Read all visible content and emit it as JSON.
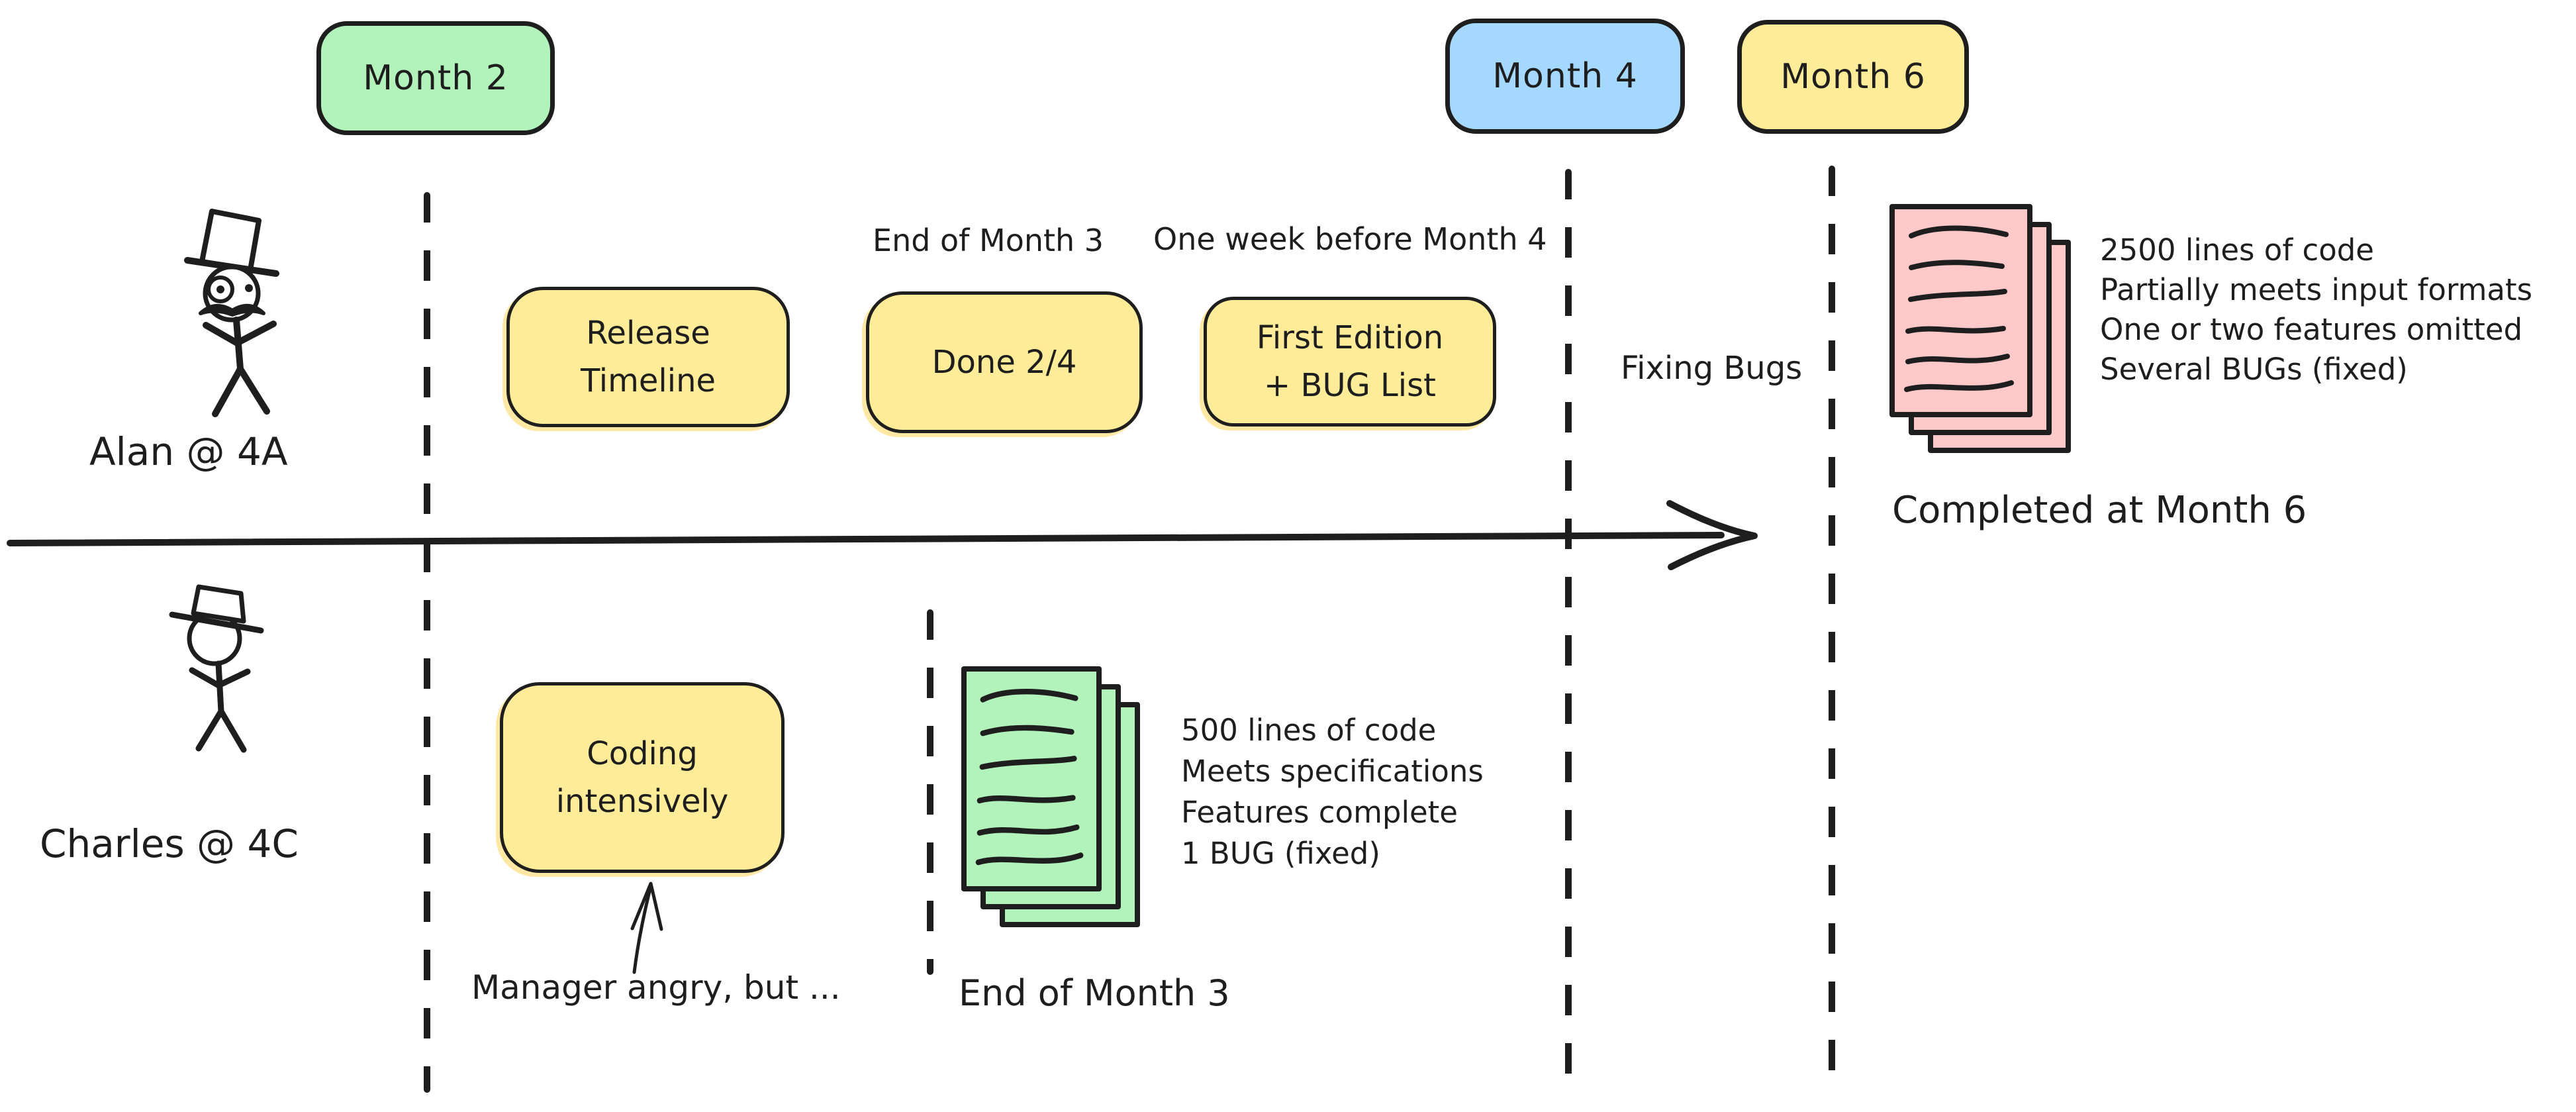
{
  "palette": {
    "ink": "#1e1e1e",
    "green": "#b2f2bb",
    "blue": "#a5d8ff",
    "yellow": "#ffec99",
    "pink": "#ffc9c9",
    "background": "#ffffff"
  },
  "month_markers": [
    {
      "label": "Month 2",
      "color": "#b2f2bb"
    },
    {
      "label": "Month 4",
      "color": "#a5d8ff"
    },
    {
      "label": "Month 6",
      "color": "#ffec99"
    }
  ],
  "alan": {
    "name": "Alan @ 4A",
    "figure": "stick-figure-with-top-hat-monocle-mustache",
    "events": {
      "release_timeline": "Release\nTimeline",
      "done": "Done 2/4",
      "first_edition": "First Edition\n+ BUG List"
    },
    "labels": {
      "end_of_month_3": "End of Month 3",
      "one_week_before_month_4": "One week before Month 4",
      "fixing_bugs": "Fixing Bugs",
      "completed": "Completed at Month 6"
    },
    "deliverable_notes": [
      "2500 lines of code",
      "Partially meets input formats",
      "One or two features omitted",
      "Several BUGs (fixed)"
    ]
  },
  "charles": {
    "name": "Charles @ 4C",
    "figure": "stick-figure-with-flat-hat",
    "events": {
      "coding_intensively": "Coding\nintensively"
    },
    "labels": {
      "manager_note": "Manager angry, but ...",
      "end_of_month_3": "End of Month 3"
    },
    "deliverable_notes": [
      "500 lines of code",
      "Meets specifications",
      "Features complete",
      "1 BUG (fixed)"
    ]
  }
}
